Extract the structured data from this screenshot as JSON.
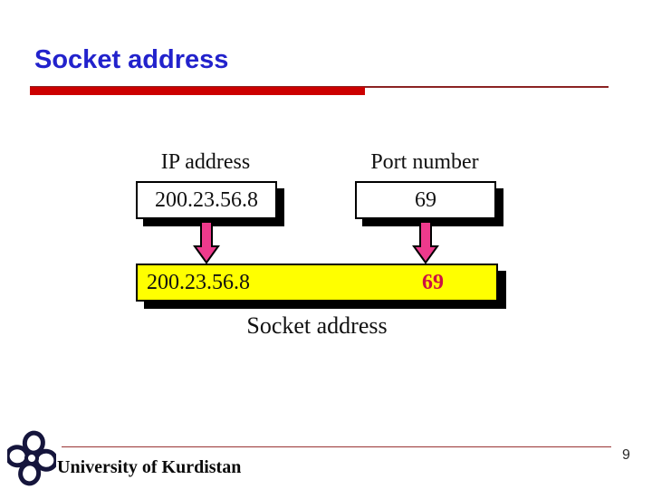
{
  "slide": {
    "title": "Socket address",
    "page_number": "9",
    "footer": {
      "institution": "University of Kurdistan"
    },
    "colors": {
      "title_blue": "#2222CC",
      "bar_red": "#CC0000",
      "thin_line_dark_red": "#8B2323",
      "footer_line_red": "#993333",
      "arrow_pink": "#EE3A8C",
      "highlight_yellow": "#FFFF00",
      "port_value_red": "#CC1144"
    },
    "diagram": {
      "ip_label": "IP address",
      "port_label": "Port number",
      "ip_value": "200.23.56.8",
      "port_value": "69",
      "combined": {
        "ip_value": "200.23.56.8",
        "port_value": "69"
      },
      "caption": "Socket address"
    }
  }
}
